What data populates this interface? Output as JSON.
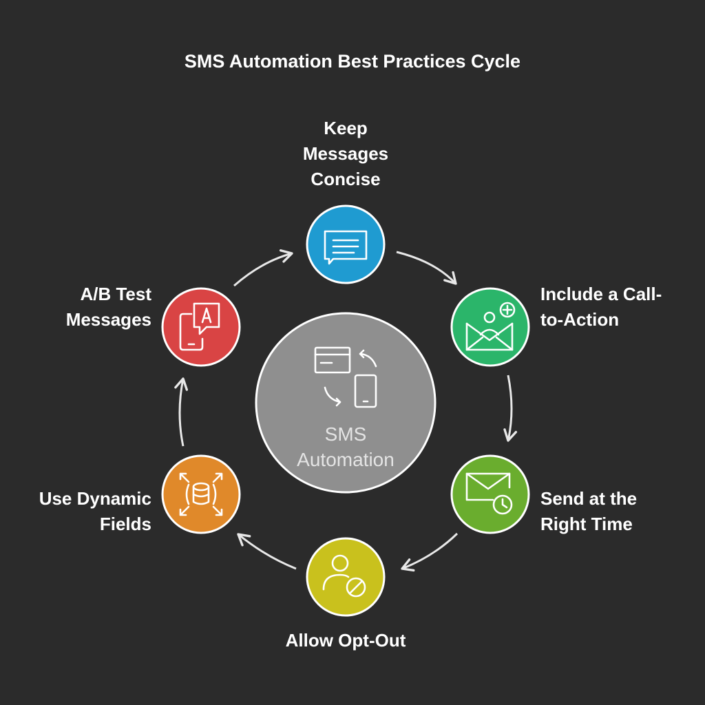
{
  "title": "SMS Automation Best Practices Cycle",
  "center": {
    "label": "SMS\nAutomation",
    "icon": "sms-sync-icon",
    "color": "#8f8f8f"
  },
  "nodes": [
    {
      "id": "keep-concise",
      "label": "Keep\nMessages\nConcise",
      "icon": "message-bubble-icon",
      "color": "#1f9bd1"
    },
    {
      "id": "call-to-action",
      "label": "Include a Call-\nto-Action",
      "icon": "envelope-user-add-icon",
      "color": "#2bb56a"
    },
    {
      "id": "right-time",
      "label": "Send at the\nRight Time",
      "icon": "envelope-clock-icon",
      "color": "#6aad2e"
    },
    {
      "id": "opt-out",
      "label": "Allow Opt-Out",
      "icon": "user-block-icon",
      "color": "#c9c11d"
    },
    {
      "id": "dynamic-fields",
      "label": "Use Dynamic\nFields",
      "icon": "database-expand-icon",
      "color": "#e0892a"
    },
    {
      "id": "ab-test",
      "label": "A/B Test\nMessages",
      "icon": "phone-chat-a-icon",
      "color": "#d94444"
    }
  ],
  "colors": {
    "background": "#2b2b2b",
    "stroke": "#ffffff",
    "arrow": "#e8e8e8"
  }
}
